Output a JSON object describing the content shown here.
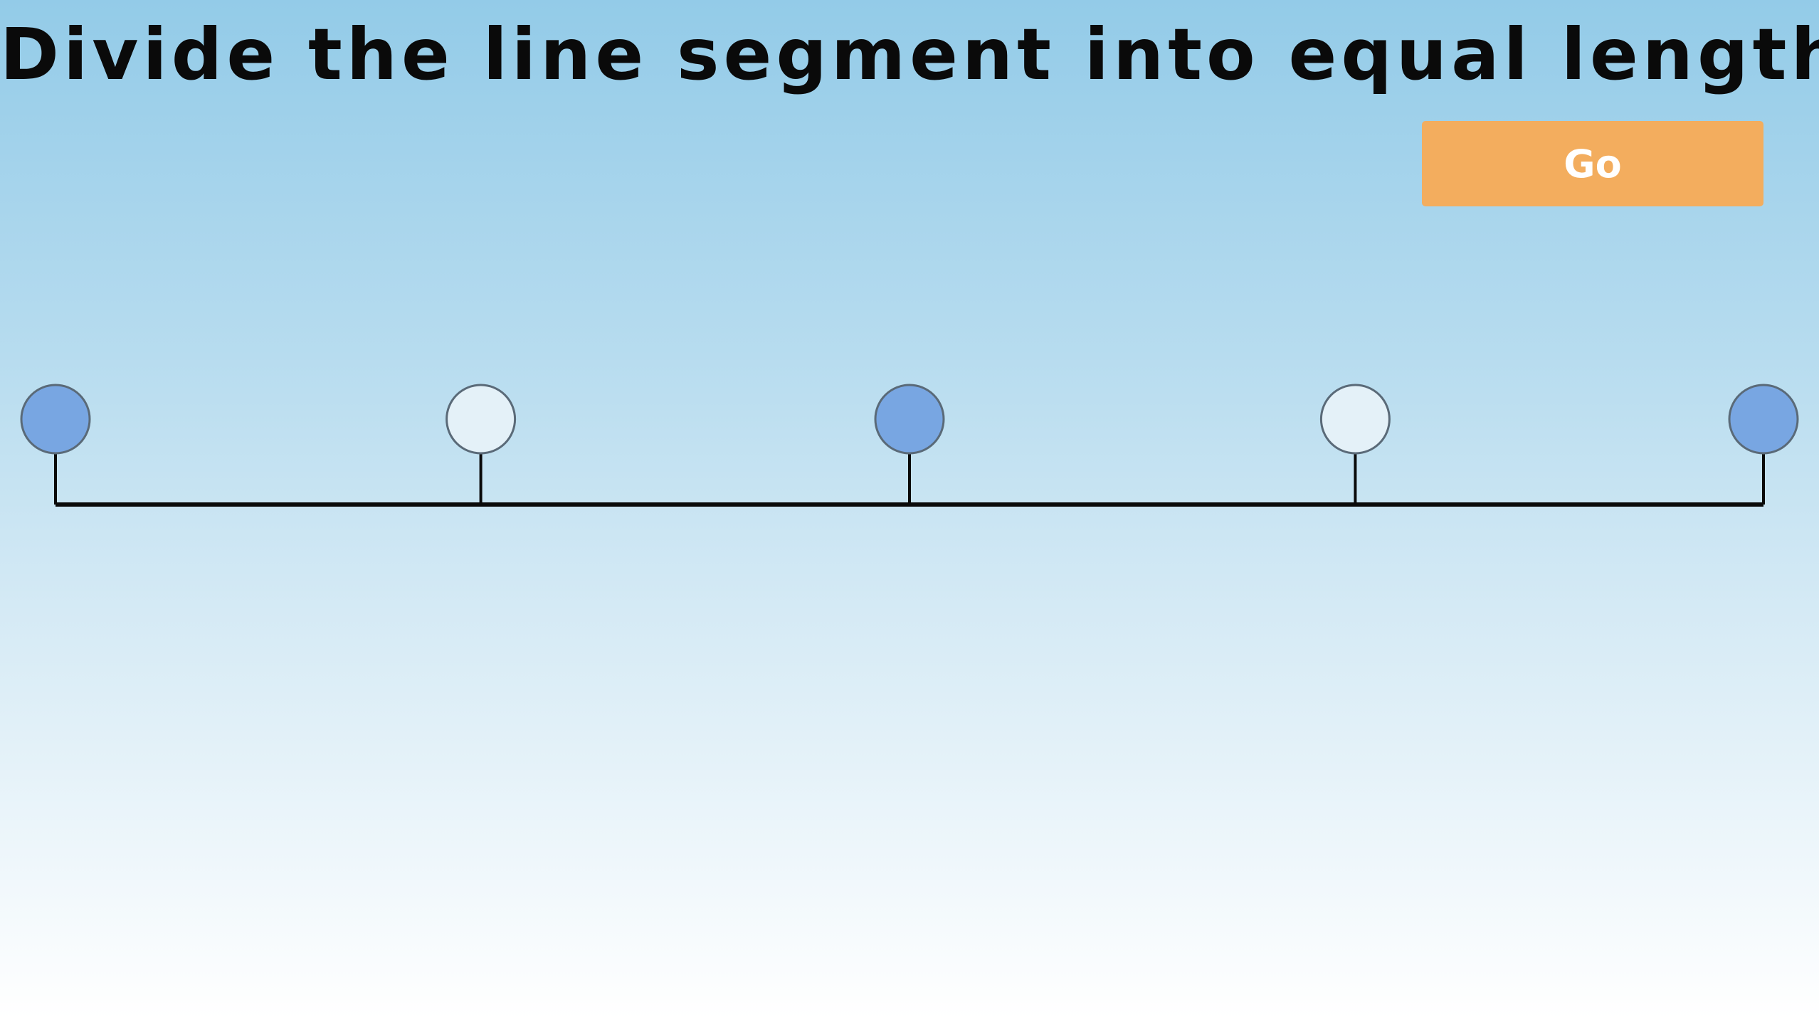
{
  "title": "Divide the line segment into equal lengths",
  "go_button": {
    "label": "Go"
  },
  "colors": {
    "selected_point": "#78a6e2",
    "unselected_point": "#e4f1f8",
    "point_stroke": "#5a6a78",
    "line": "#0a0a0a",
    "button": "#f3ad5e"
  },
  "segment": {
    "points": [
      {
        "position": 0.0,
        "selected": true
      },
      {
        "position": 0.249,
        "selected": false
      },
      {
        "position": 0.5,
        "selected": true
      },
      {
        "position": 0.761,
        "selected": false
      },
      {
        "position": 1.0,
        "selected": true
      }
    ]
  }
}
